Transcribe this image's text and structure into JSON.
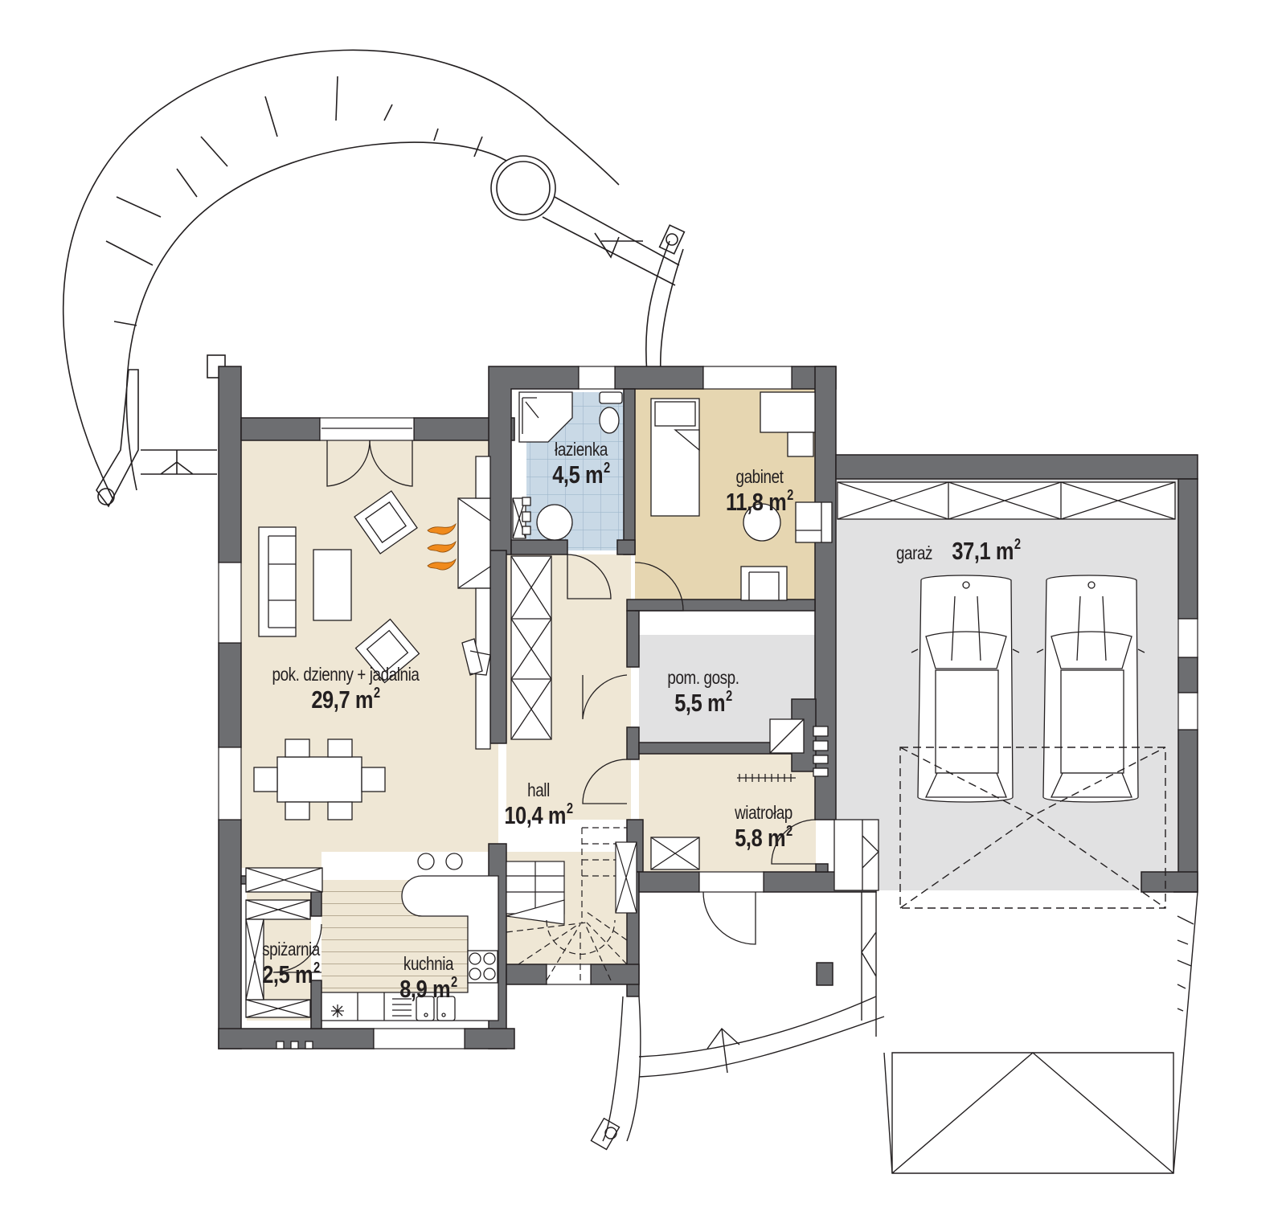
{
  "plan": {
    "title": "Floor plan - ground floor",
    "unit": "m",
    "unit_superscript": "2",
    "colors": {
      "wall": "#6d6e71",
      "wall_stroke": "#231f20",
      "living_floor": "#efe7d5",
      "bathroom_floor": "#c9d9e6",
      "bathroom_grid": "#9fb7cb",
      "study_floor": "#e6d6b1",
      "garage_floor": "#e1e1e2",
      "utility_floor": "#e1e1e2",
      "fireplace_flame": "#f08a1c",
      "line": "#231f20"
    }
  },
  "rooms": [
    {
      "id": "living_dining",
      "name": "pok. dzienny + jadalnia",
      "area_value": "29,7",
      "unit": "m",
      "sup": "2"
    },
    {
      "id": "bathroom",
      "name": "łazienka",
      "area_value": "4,5",
      "unit": "m",
      "sup": "2"
    },
    {
      "id": "study",
      "name": "gabinet",
      "area_value": "11,8",
      "unit": "m",
      "sup": "2"
    },
    {
      "id": "garage",
      "name": "garaż",
      "area_value": "37,1",
      "unit": "m",
      "sup": "2"
    },
    {
      "id": "utility",
      "name": "pom. gosp.",
      "area_value": "5,5",
      "unit": "m",
      "sup": "2"
    },
    {
      "id": "hall",
      "name": "hall",
      "area_value": "10,4",
      "unit": "m",
      "sup": "2"
    },
    {
      "id": "vestibule",
      "name": "wiatrołap",
      "area_value": "5,8",
      "unit": "m",
      "sup": "2"
    },
    {
      "id": "pantry",
      "name": "spiżarnia",
      "area_value": "2,5",
      "unit": "m",
      "sup": "2"
    },
    {
      "id": "kitchen",
      "name": "kuchnia",
      "area_value": "8,9",
      "unit": "m",
      "sup": "2"
    }
  ],
  "icons": {
    "fireplace": "fireplace-flame-icon",
    "cars": "car-icon",
    "stairs": "staircase-icon",
    "hob": "cooktop-icon",
    "sink": "sink-icon"
  }
}
